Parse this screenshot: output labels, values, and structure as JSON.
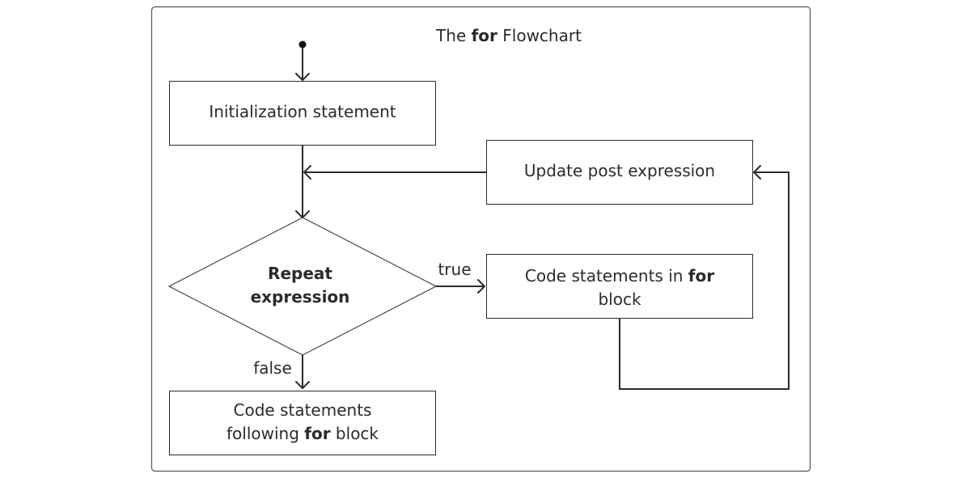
{
  "title": {
    "pre": "The ",
    "keyword": "for",
    "post": " Flowchart"
  },
  "nodes": {
    "init": {
      "label": "Initialization statement"
    },
    "update": {
      "label": "Update post expression"
    },
    "condition": {
      "line1": "Repeat",
      "line2": "expression"
    },
    "body": {
      "line1_pre": "Code statements in ",
      "line1_keyword": "for",
      "line2": "block"
    },
    "after": {
      "line1": "Code statements",
      "line2_pre": "following ",
      "line2_keyword": "for",
      "line2_post": " block"
    }
  },
  "edges": {
    "true_label": "true",
    "false_label": "false"
  }
}
